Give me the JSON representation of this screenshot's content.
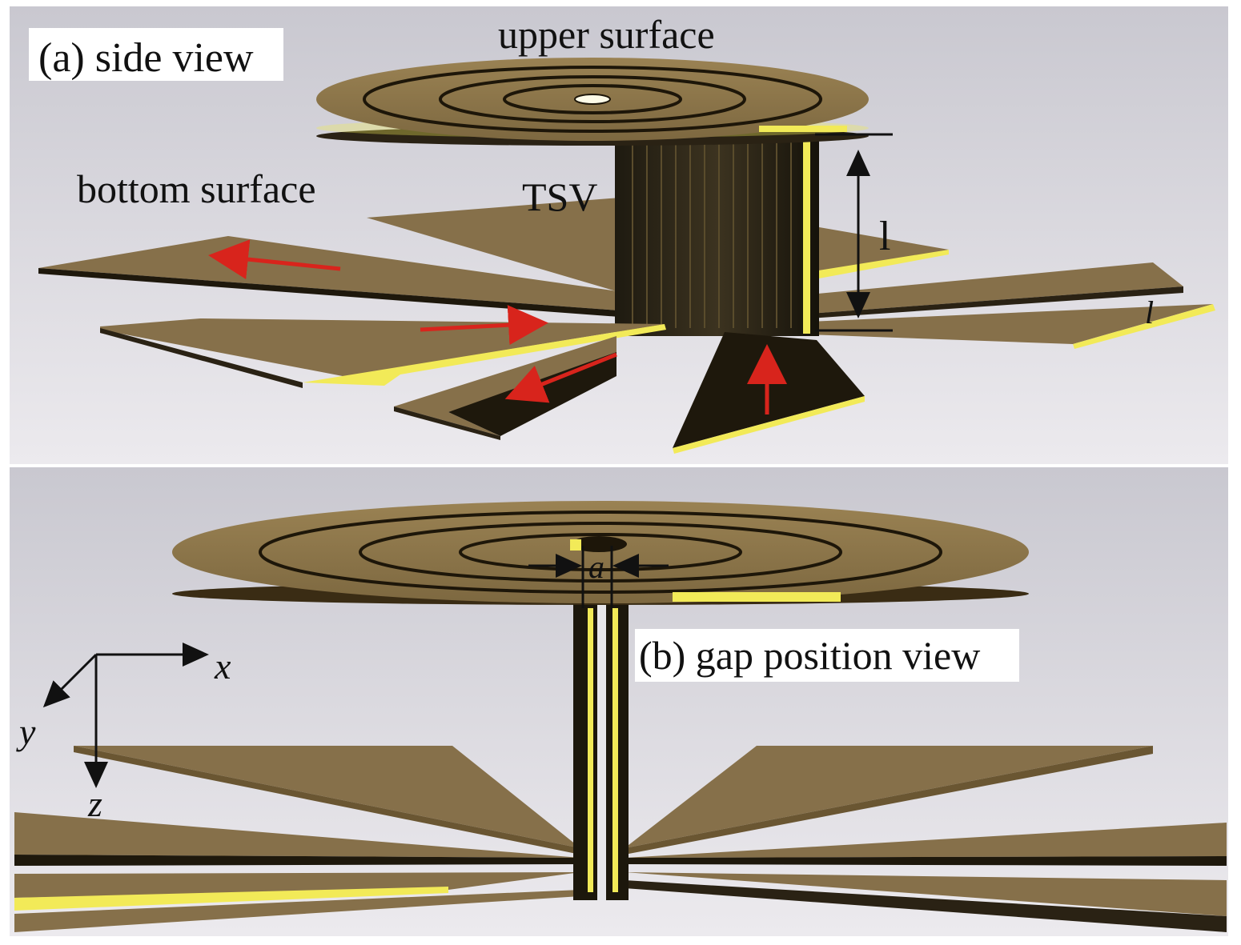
{
  "panel_a": {
    "title": "(a) side view",
    "upper_surface_label": "upper surface",
    "bottom_surface_label": "bottom surface",
    "tsv_label": "TSV",
    "dimension_l_label": "l",
    "dimension_t_label": "l"
  },
  "panel_b": {
    "title": "(b) gap position view",
    "gap_label": "a",
    "axis_x": "x",
    "axis_y": "y",
    "axis_z": "z"
  },
  "colors": {
    "gold": "#8c7448",
    "gold_dark": "#3a2c14",
    "yellow_edge": "#f2ea58",
    "arrow_red": "#d8241c",
    "background_top": "#cfcdd4",
    "background_bottom": "#e8e6ea"
  }
}
